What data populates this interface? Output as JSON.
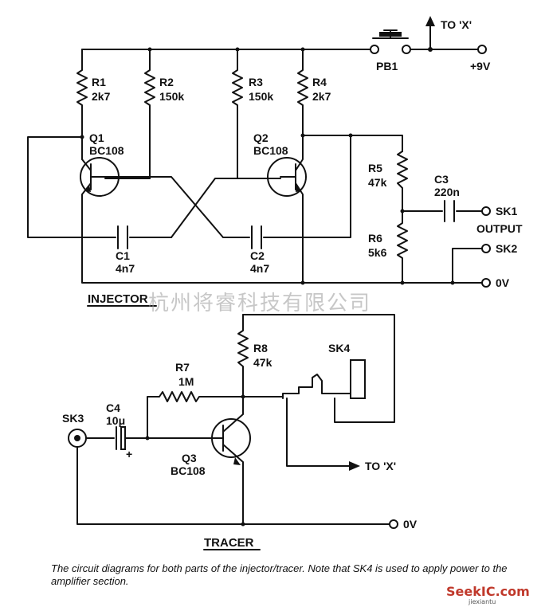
{
  "watermark": "杭州将睿科技有限公司",
  "caption": "The circuit diagrams for both parts of the injector/tracer. Note that SK4 is used to apply power to the amplifier section.",
  "logo": {
    "text": "SeekIC.com",
    "sub": "jiexiantu"
  },
  "injector": {
    "section_label": "INJECTOR",
    "r1": {
      "ref": "R1",
      "value": "2k7"
    },
    "r2": {
      "ref": "R2",
      "value": "150k"
    },
    "r3": {
      "ref": "R3",
      "value": "150k"
    },
    "r4": {
      "ref": "R4",
      "value": "2k7"
    },
    "r5": {
      "ref": "R5",
      "value": "47k"
    },
    "r6": {
      "ref": "R6",
      "value": "5k6"
    },
    "q1": {
      "ref": "Q1",
      "value": "BC108"
    },
    "q2": {
      "ref": "Q2",
      "value": "BC108"
    },
    "c1": {
      "ref": "C1",
      "value": "4n7"
    },
    "c2": {
      "ref": "C2",
      "value": "4n7"
    },
    "c3": {
      "ref": "C3",
      "value": "220n"
    },
    "pb1": "PB1",
    "to_x": "TO 'X'",
    "supply": "+9V",
    "sk1": "SK1",
    "output": "OUTPUT",
    "sk2": "SK2",
    "zero_v": "0V"
  },
  "tracer": {
    "section_label": "TRACER",
    "r7": {
      "ref": "R7",
      "value": "1M"
    },
    "r8": {
      "ref": "R8",
      "value": "47k"
    },
    "c4": {
      "ref": "C4",
      "value": "10μ"
    },
    "plus": "+",
    "q3": {
      "ref": "Q3",
      "value": "BC108"
    },
    "sk3": "SK3",
    "sk4": "SK4",
    "to_x": "TO 'X'",
    "zero_v": "0V"
  }
}
